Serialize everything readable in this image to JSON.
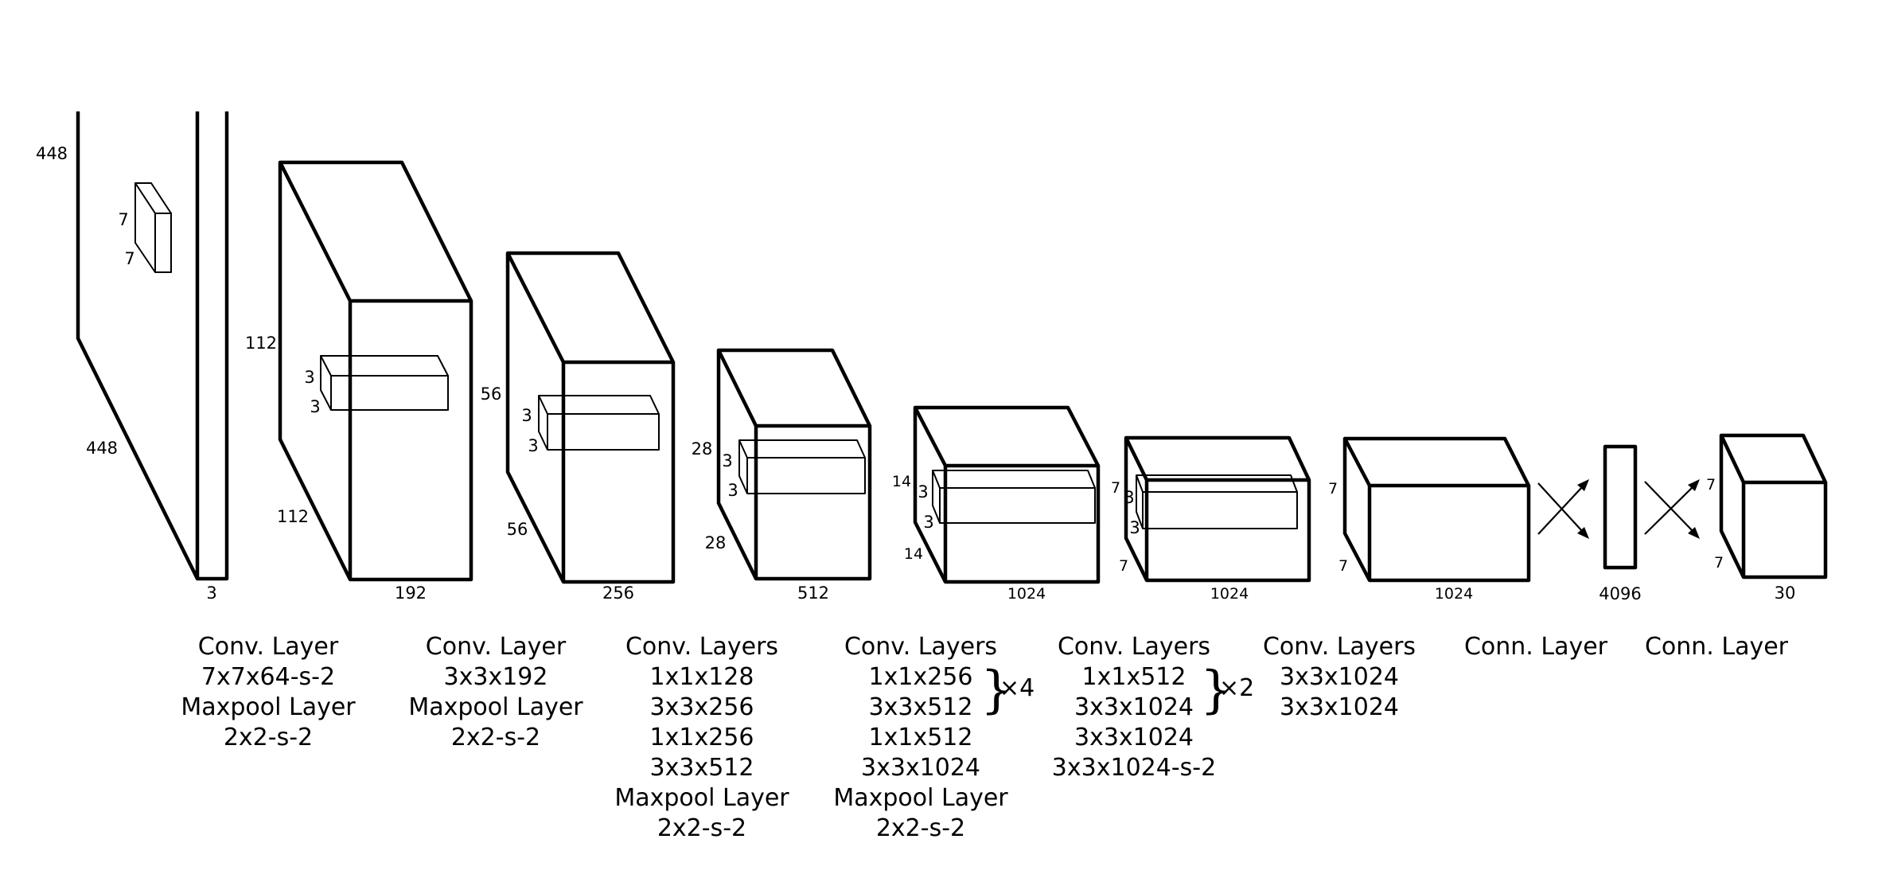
{
  "blocks": [
    {
      "id": "input",
      "dims": {
        "height": "448",
        "width": "448",
        "channels": "3"
      },
      "kernel": {
        "a": "7",
        "b": "7"
      }
    },
    {
      "id": "b1",
      "dims": {
        "height": "112",
        "width": "112",
        "channels": "192"
      },
      "kernel": {
        "a": "3",
        "b": "3"
      }
    },
    {
      "id": "b2",
      "dims": {
        "height": "56",
        "width": "56",
        "channels": "256"
      },
      "kernel": {
        "a": "3",
        "b": "3"
      }
    },
    {
      "id": "b3",
      "dims": {
        "height": "28",
        "width": "28",
        "channels": "512"
      },
      "kernel": {
        "a": "3",
        "b": "3"
      }
    },
    {
      "id": "b4",
      "dims": {
        "height": "14",
        "width": "14",
        "channels": "1024"
      },
      "kernel": {
        "a": "3",
        "b": "3"
      }
    },
    {
      "id": "b5",
      "dims": {
        "height": "7",
        "width": "7",
        "channels": "1024"
      },
      "kernel": {
        "a": "3",
        "b": "3"
      }
    },
    {
      "id": "b6",
      "dims": {
        "height": "7",
        "width": "7",
        "channels": "1024"
      }
    },
    {
      "id": "fc",
      "dims": {
        "channels": "4096"
      }
    },
    {
      "id": "out",
      "dims": {
        "height": "7",
        "width": "7",
        "channels": "30"
      }
    }
  ],
  "captions": [
    {
      "lines": [
        "Conv. Layer",
        "7x7x64-s-2",
        "Maxpool Layer",
        "2x2-s-2"
      ]
    },
    {
      "lines": [
        "Conv. Layer",
        "3x3x192",
        "Maxpool Layer",
        "2x2-s-2"
      ]
    },
    {
      "lines": [
        "Conv. Layers",
        "1x1x128",
        "3x3x256",
        "1x1x256",
        "3x3x512",
        "Maxpool Layer",
        "2x2-s-2"
      ]
    },
    {
      "lines": [
        "Conv. Layers",
        "1x1x256",
        "3x3x512",
        "1x1x512",
        "3x3x1024",
        "Maxpool Layer",
        "2x2-s-2"
      ],
      "repeat": "×4"
    },
    {
      "lines": [
        "Conv. Layers",
        "1x1x512",
        "3x3x1024",
        "3x3x1024",
        "3x3x1024-s-2"
      ],
      "repeat": "×2"
    },
    {
      "lines": [
        "Conv. Layers",
        "3x3x1024",
        "3x3x1024"
      ]
    },
    {
      "lines": [
        "Conn. Layer"
      ]
    },
    {
      "lines": [
        "Conn. Layer"
      ]
    }
  ]
}
